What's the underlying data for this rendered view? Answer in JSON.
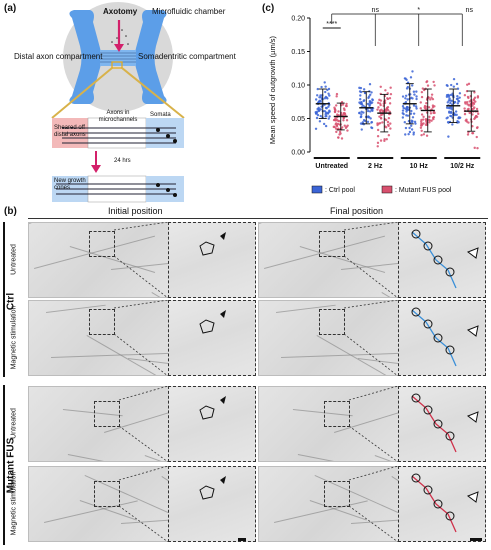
{
  "panel_a": {
    "letter": "(a)",
    "axotomy": "Axotomy",
    "chamber": "Microfluidic chamber",
    "distal": "Distal axon compartment",
    "soma": "Somadentritic compartment",
    "axons_micro": "Axons in microchannels",
    "somata": "Somata",
    "sheared": "Sheared off distal axons",
    "time": "24 hrs",
    "new_cones": "New growth cones"
  },
  "panel_b": {
    "letter": "(b)",
    "initial": "Initial position",
    "final": "Final position",
    "ctrl": "Ctrl",
    "mutant": "Mutant FUS",
    "untreated": "Untreated",
    "magnetic": "Magnetic stimulation"
  },
  "panel_c": {
    "letter": "(c)"
  },
  "chart_data": {
    "type": "scatter",
    "ylabel": "Mean speed of outgrowth (µm/s)",
    "ylim": [
      0,
      0.2
    ],
    "yticks": [
      "0.00",
      "0.05",
      "0.10",
      "0.15",
      "0.20"
    ],
    "categories": [
      "Untreated",
      "2 Hz",
      "10 Hz",
      "10/2 Hz"
    ],
    "series": [
      {
        "name": "Ctrl pool",
        "color": "#3b64d6",
        "mean": [
          0.072,
          0.066,
          0.072,
          0.069
        ],
        "sd": [
          0.022,
          0.024,
          0.03,
          0.025
        ]
      },
      {
        "name": "Mutant FUS pool",
        "color": "#d8506e",
        "mean": [
          0.053,
          0.058,
          0.062,
          0.061
        ],
        "sd": [
          0.02,
          0.028,
          0.032,
          0.03
        ]
      }
    ],
    "significance": [
      "****",
      "ns",
      "*",
      "ns"
    ],
    "legend": [
      "Ctrl pool",
      "Mutant FUS pool"
    ]
  }
}
